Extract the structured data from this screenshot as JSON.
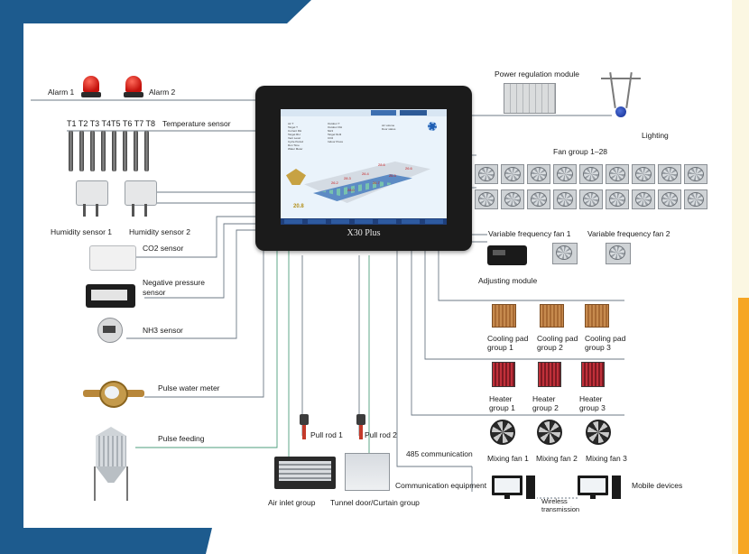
{
  "diagram": {
    "alarm1": "Alarm 1",
    "alarm2": "Alarm 2",
    "temp_tags": "T1 T2  T3 T4T5  T6 T7 T8",
    "temperature_sensor": "Temperature sensor",
    "humidity1": "Humidity sensor 1",
    "humidity2": "Humidity sensor 2",
    "co2": "CO2 sensor",
    "neg_pressure_1": "Negative pressure",
    "neg_pressure_2": "sensor",
    "nh3": "NH3 sensor",
    "water_meter": "Pulse water meter",
    "pulse_feeding": "Pulse feeding",
    "pull_rod1": "Pull rod 1",
    "pull_rod2": "Pull rod 2",
    "air_inlet": "Air inlet group",
    "tunnel_door": "Tunnel door/Curtain group",
    "comm485": "485 communication",
    "comm_equipment": "Communication equipment",
    "wireless_1": "Wireless",
    "wireless_2": "transmission",
    "mobile": "Mobile devices",
    "power_module": "Power regulation module",
    "lighting": "Lighting",
    "fan_group": "Fan group 1–28",
    "vf_fan1": "Variable frequency fan 1",
    "vf_fan2": "Variable frequency fan 2",
    "adjusting": "Adjusting module",
    "pad1_a": "Cooling pad",
    "pad1_b": "group 1",
    "pad2_a": "Cooling pad",
    "pad2_b": "group 2",
    "pad3_a": "Cooling pad",
    "pad3_b": "group 3",
    "heater1_a": "Heater",
    "heater1_b": "group 1",
    "heater2_a": "Heater",
    "heater2_b": "group 2",
    "heater3_a": "Heater",
    "heater3_b": "group 3",
    "mix1": "Mixing fan 1",
    "mix2": "Mixing fan 2",
    "mix3": "Mixing fan 3",
    "controller_brand": "X30 Plus"
  },
  "screen": {
    "v1": "28.6",
    "v2": "26.4",
    "v3": "26.2",
    "v4": "28.3",
    "v5": "26.7",
    "v6": "28.0",
    "v7": "26.3",
    "v8": "26.6",
    "main_temp": "20.8"
  },
  "colors": {
    "banner": "#1d5b8e",
    "right_strip": "#f6a623",
    "wire_gray": "#6d7a86",
    "wire_green": "#4e9e7c"
  }
}
